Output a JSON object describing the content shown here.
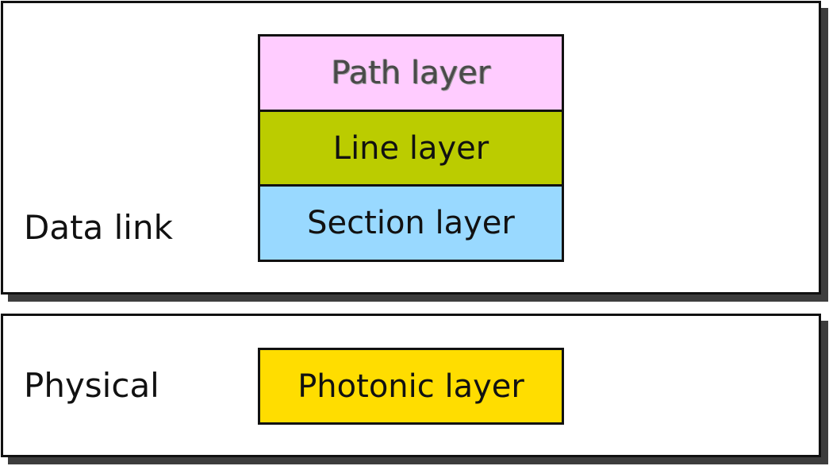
{
  "groups": {
    "data_link": {
      "label": "Data link",
      "layers": [
        {
          "label": "Path layer",
          "color": "#ffccff"
        },
        {
          "label": "Line layer",
          "color": "#bbcc00"
        },
        {
          "label": "Section layer",
          "color": "#99d9ff"
        }
      ]
    },
    "physical": {
      "label": "Physical",
      "layers": [
        {
          "label": "Photonic layer",
          "color": "#ffdd00"
        }
      ]
    }
  },
  "colors": {
    "border": "#111111",
    "shadow": "#3d3d3d",
    "background": "#ffffff"
  }
}
